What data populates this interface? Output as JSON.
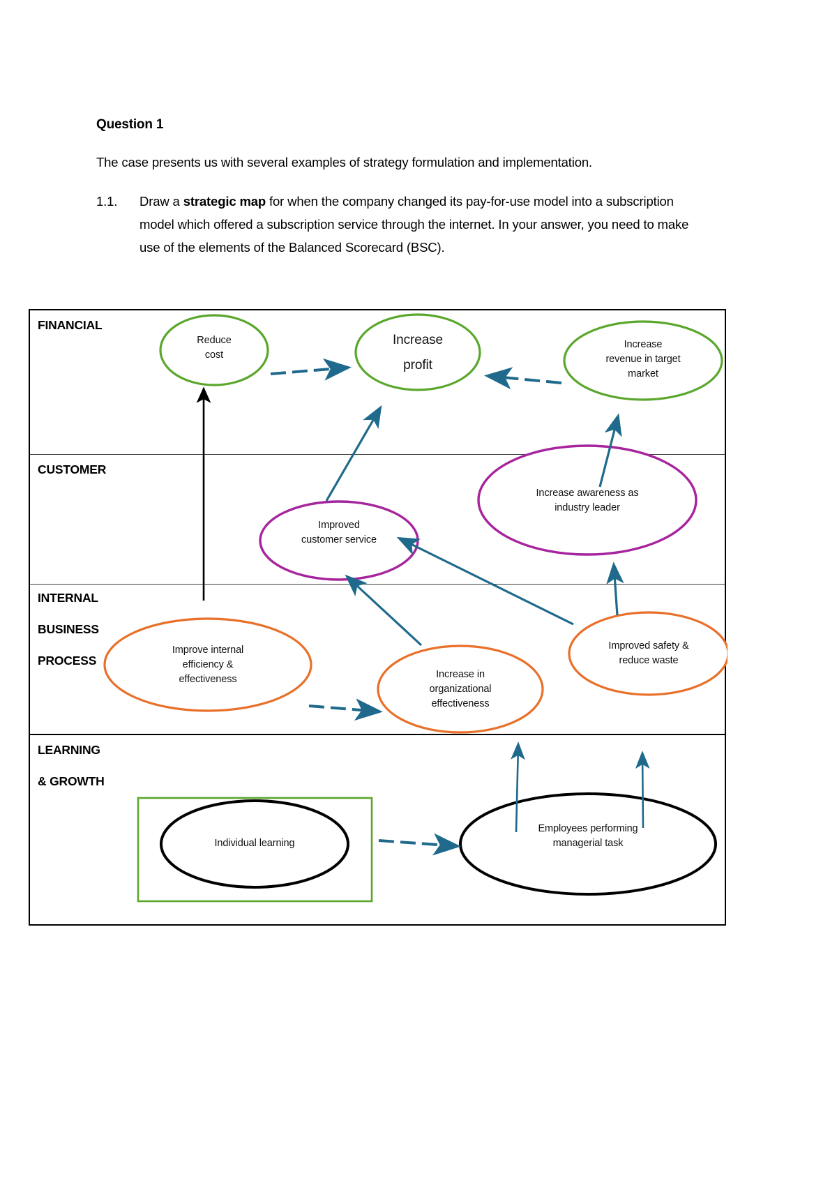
{
  "document": {
    "question_title": "Question 1",
    "intro": "The case presents us with several examples of strategy formulation and implementation.",
    "item_number": "1.1.",
    "item_part1": "Draw a ",
    "item_bold": "strategic map",
    "item_part2": " for when the company changed its pay-for-use model into a subscription model which offered a subscription service through the internet. In your answer, you need to make use of the elements of the Balanced Scorecard (BSC)."
  },
  "diagram": {
    "perspectives": {
      "financial": "FINANCIAL",
      "customer": "CUSTOMER",
      "internal_line1": "INTERNAL",
      "internal_line2": "BUSINESS",
      "internal_line3": "PROCESS",
      "learning_line1": "LEARNING",
      "learning_line2": "& GROWTH"
    },
    "nodes": {
      "reduce_cost": "Reduce\ncost",
      "increase_profit": "Increase\nprofit",
      "increase_revenue": "Increase\nrevenue in target\nmarket",
      "improved_customer_service": "Improved\ncustomer service",
      "increase_awareness": "Increase awareness as\nindustry leader",
      "improve_internal_efficiency": "Improve internal\nefficiency &\neffectiveness",
      "increase_org_effectiveness": "Increase in\norganizational\neffectiveness",
      "improved_safety": "Improved safety &\nreduce waste",
      "individual_learning": "Individual learning",
      "employees_managerial": "Employees performing\nmanagerial task"
    },
    "colors": {
      "financial_node": "#5aa72c",
      "customer_node": "#a6249d",
      "internal_node": "#e8702a",
      "learning_node": "#000000",
      "highlight_box": "#5aa72c",
      "arrow": "#1f6a8c",
      "arrow_black": "#000000",
      "frame": "#000000"
    }
  }
}
